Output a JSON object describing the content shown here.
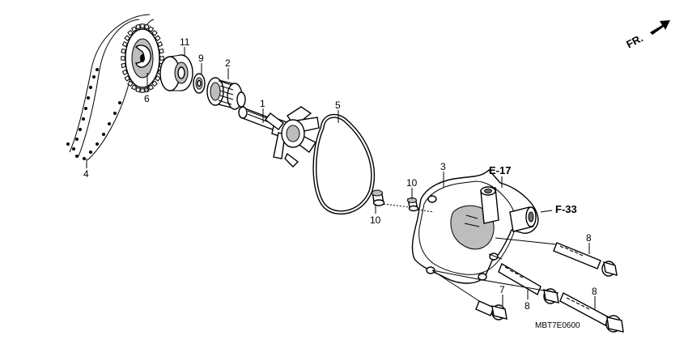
{
  "diagram": {
    "direction_label": "FR.",
    "catalog_code": "MBT7E0600",
    "references": {
      "e17": "E-17",
      "f33": "F-33"
    },
    "callouts": {
      "c1": "1",
      "c2": "2",
      "c3": "3",
      "c4": "4",
      "c5": "5",
      "c6": "6",
      "c7": "7",
      "c8a": "8",
      "c8b": "8",
      "c8c": "8",
      "c9": "9",
      "c10a": "10",
      "c10b": "10",
      "c11": "11"
    }
  }
}
